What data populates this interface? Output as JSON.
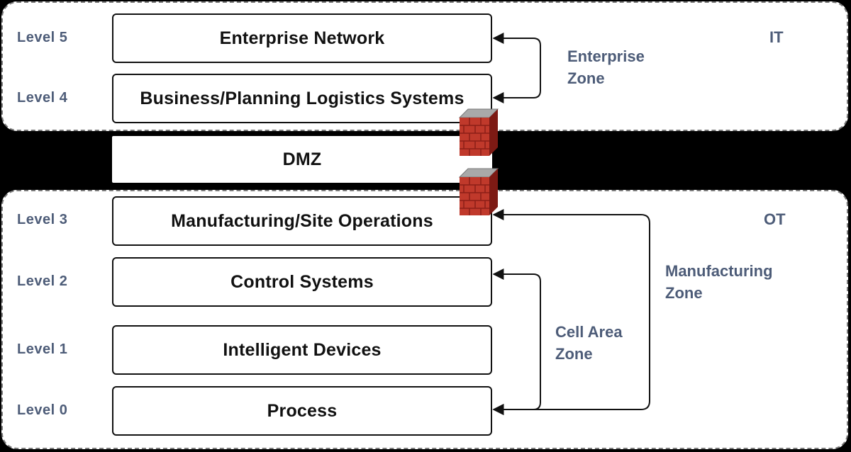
{
  "regions": {
    "it": "IT",
    "ot": "OT"
  },
  "levels": [
    {
      "level": "Level 5",
      "name": "Enterprise Network"
    },
    {
      "level": "Level 4",
      "name": "Business/Planning Logistics Systems"
    },
    {
      "level": "",
      "name": "DMZ"
    },
    {
      "level": "Level 3",
      "name": "Manufacturing/Site Operations"
    },
    {
      "level": "Level 2",
      "name": "Control Systems"
    },
    {
      "level": "Level 1",
      "name": "Intelligent Devices"
    },
    {
      "level": "Level 0",
      "name": "Process"
    }
  ],
  "zones": {
    "enterprise": {
      "line1": "Enterprise",
      "line2": "Zone"
    },
    "cell_area": {
      "line1": "Cell Area",
      "line2": "Zone"
    },
    "manufacturing": {
      "line1": "Manufacturing",
      "line2": "Zone"
    }
  },
  "colors": {
    "label": "#4d5c78",
    "brick": "#c0392b",
    "mortar": "#8c1f18",
    "cap": "#9a9a9a"
  },
  "icons": [
    "firewall-icon",
    "firewall-icon"
  ]
}
